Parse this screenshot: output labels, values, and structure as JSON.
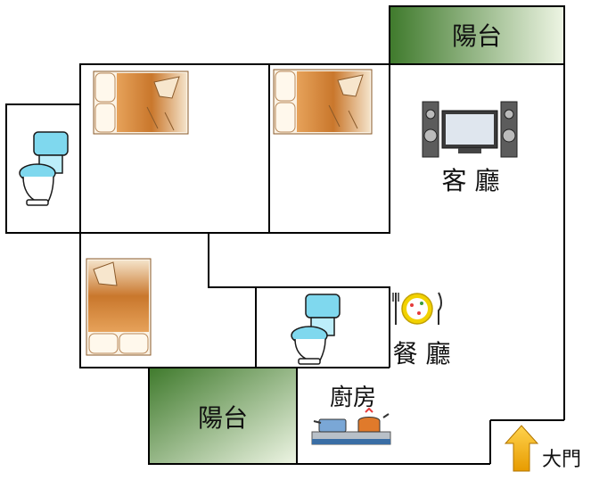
{
  "rooms": {
    "balcony_top": "陽台",
    "living_room": "客 廳",
    "dining_room": "餐 廳",
    "kitchen": "廚房",
    "balcony_bottom": "陽台",
    "main_door": "大門"
  },
  "icons": {
    "bed": "bed-icon",
    "toilet": "toilet-icon",
    "tv": "tv-speaker-icon",
    "dining": "plate-cutlery-icon",
    "stove": "stove-icon",
    "arrow": "arrow-up-icon"
  },
  "colors": {
    "wall": "#000000",
    "balcony_dark": "#3f7a2c",
    "balcony_light": "#e8f1dc",
    "toilet_blue": "#7fd8ee",
    "bed_orange": "#d98a3a",
    "arrow_yellow": "#f5b400"
  }
}
